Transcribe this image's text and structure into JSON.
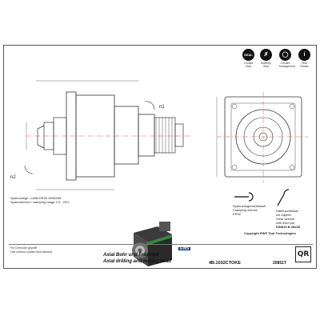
{
  "icons": [
    {
      "label": "Coolant Seal",
      "glyph": "SEAL",
      "icon": "coolant-seal-icon"
    },
    {
      "label": "Butterfly Seal",
      "glyph": "✗",
      "icon": "butterfly-seal-icon"
    },
    {
      "label": "Coolant Management",
      "glyph": "◯",
      "icon": "coolant-management-icon"
    },
    {
      "label": "Tech Details",
      "glyph": "i",
      "icon": "tech-details-icon"
    }
  ],
  "front_view": {
    "label_n1": "n1",
    "label_n2": "n2"
  },
  "spec": {
    "line1": "Spannzange / collet   ER32   DIN6499",
    "line2": "Spannbereich / clamping range  2,0 - 20,0"
  },
  "wrench": {
    "title_de": "Spannzangenschlüssel",
    "title_en": "Clamping wrench",
    "size": "ER32",
    "hook_de": "Hakenschlüssel",
    "hook_en": "mit Zapfen",
    "hook_en2": "Hook wrench",
    "hook_en3": "with fixed pin",
    "hook_size": "DIN810 B 45x35"
  },
  "copyright": {
    "line1": "Copyright EWS Tool Technologies"
  },
  "title_block": {
    "left_note": "Für Drehzahl gepräft",
    "left_note2": "Use without coolant fluid allowed",
    "title_de": "Axial Bohr und Fräskopf",
    "title_en": "Axial drilling and milling head",
    "code": "4B.1032CTOKE",
    "number": "20851T",
    "qr": "QR",
    "logo": "EWS"
  }
}
